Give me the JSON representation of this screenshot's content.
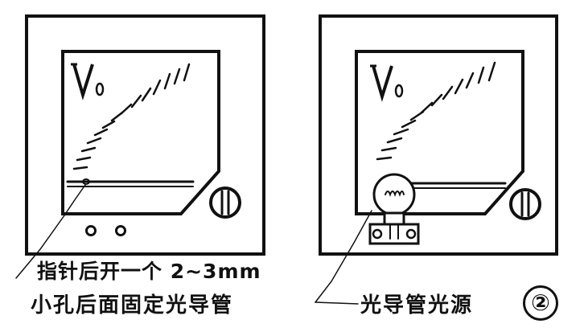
{
  "diagram": {
    "left_meter": {
      "scale_label": "V₀"
    },
    "right_meter": {
      "scale_label": "V₀"
    },
    "annotations": {
      "left_line_1": "指针后开一个 2~3mm",
      "left_line_2": "小孔后面固定光导管",
      "right_line": "光导管光源"
    },
    "figure_number": "②"
  }
}
